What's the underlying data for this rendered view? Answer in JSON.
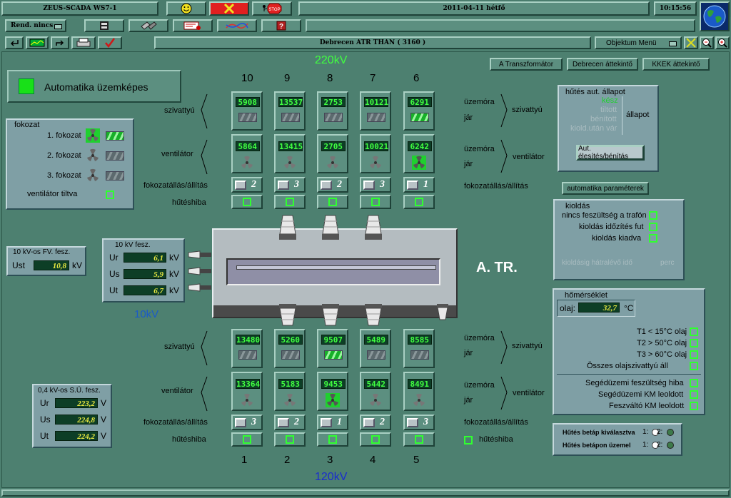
{
  "titlebar": {
    "app": "ZEUS-SCADA WS7-1",
    "date": "2011-04-11  hétfő",
    "time": "10:15:56"
  },
  "toolbar": {
    "rend_label": "Rend. nincs",
    "stop_label": "STOP",
    "location": "Debrecen ATR THAN ( 3160 )",
    "menu": "Objektum Menü"
  },
  "voltages": {
    "high": "220kV",
    "low": "120kV",
    "mid": "10kV"
  },
  "nav": {
    "transformer": "A Transzformátor",
    "overview": "Debrecen áttekintő",
    "kkek": "KKEK áttekintő"
  },
  "auto_status": {
    "label": "Automatika üzemképes"
  },
  "fokozat": {
    "title": "fokozat",
    "items": [
      "1. fokozat",
      "2. fokozat",
      "3. fokozat"
    ],
    "disabled": "ventilátor tiltva"
  },
  "row_labels": {
    "pump": "szivattyú",
    "fan": "ventilátor",
    "step": "fokozatállás/állítás",
    "fault": "hűtéshiba"
  },
  "right_labels": {
    "hours": "üzemóra",
    "runs": "jár",
    "pump": "szivattyú",
    "fan": "ventilátor",
    "step": "fokozatállás/állítás",
    "fault": "hűtéshiba"
  },
  "top_units": [
    {
      "num": "10",
      "pump": "5908",
      "fan": "5864",
      "step": "2",
      "pump_on": false,
      "fan_on": false
    },
    {
      "num": "9",
      "pump": "13537",
      "fan": "13415",
      "step": "3",
      "pump_on": false,
      "fan_on": false
    },
    {
      "num": "8",
      "pump": "2753",
      "fan": "2705",
      "step": "2",
      "pump_on": false,
      "fan_on": false
    },
    {
      "num": "7",
      "pump": "10121",
      "fan": "10021",
      "step": "3",
      "pump_on": false,
      "fan_on": false
    },
    {
      "num": "6",
      "pump": "6291",
      "fan": "6242",
      "step": "1",
      "pump_on": true,
      "fan_on": true
    }
  ],
  "bottom_units": [
    {
      "num": "1",
      "pump": "13480",
      "fan": "13364",
      "step": "3",
      "pump_on": false,
      "fan_on": false
    },
    {
      "num": "2",
      "pump": "5260",
      "fan": "5183",
      "step": "2",
      "pump_on": false,
      "fan_on": false
    },
    {
      "num": "3",
      "pump": "9507",
      "fan": "9453",
      "step": "1",
      "pump_on": true,
      "fan_on": true
    },
    {
      "num": "4",
      "pump": "5489",
      "fan": "5442",
      "step": "2",
      "pump_on": false,
      "fan_on": false
    },
    {
      "num": "5",
      "pump": "8585",
      "fan": "8491",
      "step": "3",
      "pump_on": false,
      "fan_on": false
    }
  ],
  "fv": {
    "title": "10 kV-os FV. fesz.",
    "label": "Ust",
    "value": "10,8",
    "unit": "kV"
  },
  "kv10": {
    "title": "10 kV fesz.",
    "rows": [
      {
        "label": "Ur",
        "value": "6,1",
        "unit": "kV"
      },
      {
        "label": "Us",
        "value": "5,9",
        "unit": "kV"
      },
      {
        "label": "Ut",
        "value": "6,7",
        "unit": "kV"
      }
    ]
  },
  "su": {
    "title": "0,4 kV-os S.Ü. fesz.",
    "rows": [
      {
        "label": "Ur",
        "value": "223,2",
        "unit": "V"
      },
      {
        "label": "Us",
        "value": "224,8",
        "unit": "V"
      },
      {
        "label": "Ut",
        "value": "224,2",
        "unit": "V"
      }
    ]
  },
  "transformer_label": "A. TR.",
  "hutes": {
    "title": "hűtés aut. állapot",
    "items": [
      "kész",
      "tiltott",
      "bénított",
      "kiold.után vár"
    ],
    "state": "állapot",
    "button": "Aut. élesítés/bénítás"
  },
  "param_btn": "automatika paraméterek",
  "kioldas": {
    "title": "kioldás",
    "items": [
      "nincs feszültség a trafón",
      "kioldás időzítés fut",
      "kioldás kiadva"
    ],
    "remaining": "kioldásig hátralévő idő",
    "unit": "perc"
  },
  "temp": {
    "title": "hőmérséklet",
    "olaj_label": "olaj:",
    "olaj_value": "32,7",
    "unit": "°C",
    "items": [
      "T1 < 15°C olaj",
      "T2 > 50°C olaj",
      "T3 > 60°C olaj",
      "Összes olajszivattyú áll"
    ],
    "items2": [
      "Segédüzemi feszültség hiba",
      "Segédüzemi KM leoldott",
      "Feszváltó KM leoldott"
    ]
  },
  "betap": {
    "rows": [
      {
        "label": "Hűtés betáp kiválasztva",
        "a": "1:",
        "b": "2:"
      },
      {
        "label": "Hűtés betápon üzemel",
        "a": "1:",
        "b": "2:"
      }
    ]
  },
  "colors": {
    "lcd_text": "#40ff40",
    "active": "#18c818",
    "bg": "#4d8070"
  }
}
